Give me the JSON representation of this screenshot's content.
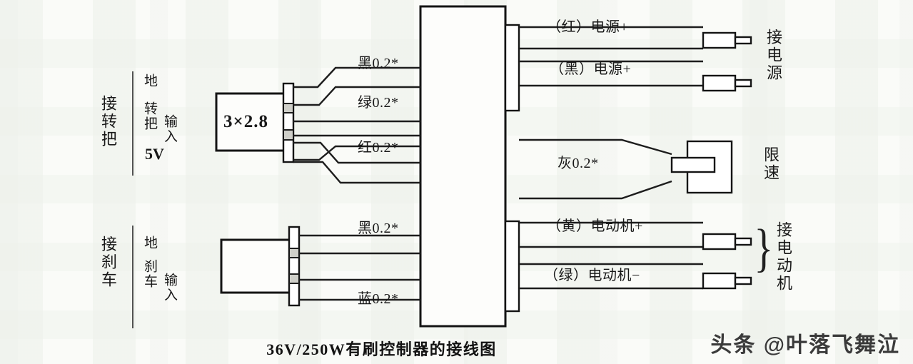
{
  "figure": {
    "caption": "36V/250W有刷控制器的接线图",
    "watermark": "头条 @叶落飞舞泣",
    "background_color": "#fafbf8",
    "ink_color": "#1a1a1a"
  },
  "left_groups": [
    {
      "name": "throttle",
      "outer_label": "接转把",
      "inner_label": "地\n转把\n输入",
      "voltage_label": "5V"
    },
    {
      "name": "brake",
      "outer_label": "接刹车",
      "inner_label": "地\n刹车\n输入",
      "voltage_label": ""
    }
  ],
  "left_labels": {
    "throttle_outer": "接转把",
    "throttle_inner_1": "地",
    "throttle_inner_2": "转把",
    "throttle_inner_3": "输入",
    "throttle_voltage": "5V",
    "brake_outer": "接刹车",
    "brake_inner_1": "地",
    "brake_inner_2": "刹车",
    "brake_inner_3": "输入"
  },
  "connector_boxes": {
    "throttle_box_text": "3×2.8",
    "brake_box_text": ""
  },
  "wire_labels": [
    {
      "id": "w-black-top",
      "text": "黑0.2*",
      "color_name": "黑"
    },
    {
      "id": "w-green",
      "text": "绿0.2*",
      "color_name": "绿"
    },
    {
      "id": "w-red",
      "text": "红0.2*",
      "color_name": "红"
    },
    {
      "id": "w-gray",
      "text": "灰0.2*",
      "color_name": "灰"
    },
    {
      "id": "w-black-bot",
      "text": "黑0.2*",
      "color_name": "黑"
    },
    {
      "id": "w-blue",
      "text": "蓝0.2*",
      "color_name": "蓝"
    }
  ],
  "terminal_labels": [
    {
      "id": "t-power-plus",
      "text": "（红）电源+"
    },
    {
      "id": "t-power-minus",
      "text": "（黑）电源+"
    },
    {
      "id": "t-motor-plus",
      "text": "（黄）电动机+"
    },
    {
      "id": "t-motor-minus",
      "text": "（绿）电动机−"
    }
  ],
  "right_groups": {
    "power_1": "接",
    "power_2": "电",
    "power_3": "源",
    "speed_1": "限",
    "speed_2": "速",
    "motor_1": "接",
    "motor_2": "电",
    "motor_3": "动",
    "motor_4": "机",
    "power_vertical": "接电源",
    "speed_vertical": "限速",
    "motor_vertical": "接电动机",
    "motor_brace": "}"
  }
}
